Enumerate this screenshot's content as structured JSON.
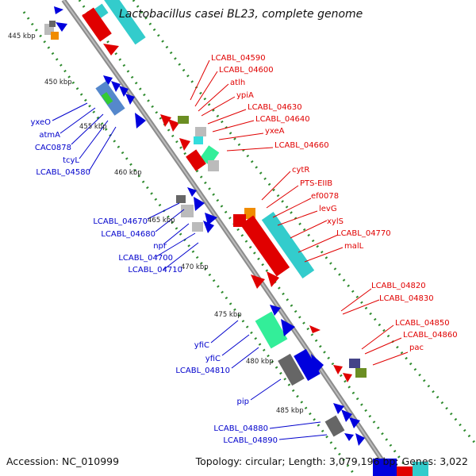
{
  "title": "Lactobacillus casei BL23, complete genome",
  "footer": {
    "accession": "Accession: NC_010999",
    "summary": "Topology: circular; Length: 3,079,196 bp; Genes: 3,022"
  },
  "colors": {
    "backbone": "#909090",
    "forward_gene": "#e80000",
    "reverse_gene": "#0000dd",
    "rrna_cyan": "#33cccc",
    "dotted_track": "#2e8b2e",
    "red_label": "#e00000",
    "blue_label": "#0000cc"
  },
  "kbp_ticks": [
    "445 kbp",
    "450 kbp",
    "455 kbp",
    "460 kbp",
    "465 kbp",
    "470 kbp",
    "475 kbp",
    "480 kbp",
    "485 kbp"
  ],
  "forward_labels": [
    "LCABL_04590",
    "LCABL_04600",
    "atlh",
    "ypiA",
    "LCABL_04630",
    "LCABL_04640",
    "yxeA",
    "LCABL_04660",
    "cytR",
    "PTS-EIIB",
    "ef0078",
    "levG",
    "xylS",
    "LCABL_04770",
    "malL",
    "LCABL_04820",
    "LCABL_04830",
    "LCABL_04850",
    "LCABL_04860",
    "pac"
  ],
  "reverse_labels": [
    "yxeO",
    "atmA",
    "CAC0878",
    "tcyL",
    "LCABL_04580",
    "LCABL_04670",
    "LCABL_04680",
    "npr",
    "LCABL_04700",
    "LCABL_04710",
    "yfiC",
    "yfiC",
    "LCABL_04810",
    "pip",
    "LCABL_04880",
    "LCABL_04890"
  ]
}
